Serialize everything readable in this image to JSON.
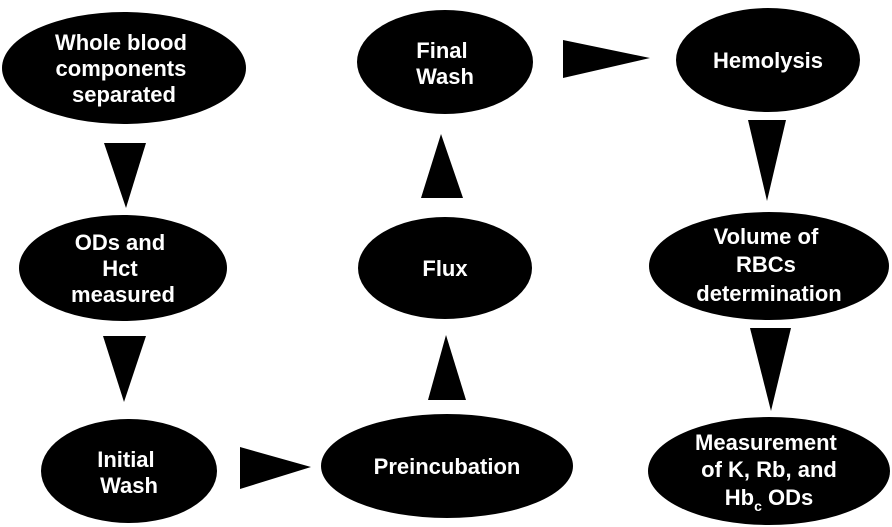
{
  "diagram": {
    "type": "flowchart",
    "colors": {
      "node_fill": "#000000",
      "node_text": "#ffffff",
      "arrow": "#000000",
      "background": "#ffffff"
    },
    "nodes": [
      {
        "id": "whole-blood",
        "lines": [
          "Whole blood",
          "components",
          "separated"
        ]
      },
      {
        "id": "ods-hct",
        "lines": [
          "ODs and",
          "Hct",
          "measured"
        ]
      },
      {
        "id": "initial-wash",
        "lines": [
          "Initial",
          "Wash"
        ]
      },
      {
        "id": "preincubation",
        "lines": [
          "Preincubation"
        ]
      },
      {
        "id": "flux",
        "lines": [
          "Flux"
        ]
      },
      {
        "id": "final-wash",
        "lines": [
          "Final",
          "Wash"
        ]
      },
      {
        "id": "hemolysis",
        "lines": [
          "Hemolysis"
        ]
      },
      {
        "id": "volume-rbcs",
        "lines": [
          "Volume of",
          "RBCs",
          "determination"
        ]
      },
      {
        "id": "measurement",
        "lines": [
          "Measurement",
          "of K, Rb, and",
          "Hb",
          "c",
          " ODs"
        ]
      }
    ],
    "edges": [
      {
        "from": "whole-blood",
        "to": "ods-hct",
        "direction": "down"
      },
      {
        "from": "ods-hct",
        "to": "initial-wash",
        "direction": "down"
      },
      {
        "from": "initial-wash",
        "to": "preincubation",
        "direction": "right"
      },
      {
        "from": "preincubation",
        "to": "flux",
        "direction": "up"
      },
      {
        "from": "flux",
        "to": "final-wash",
        "direction": "up"
      },
      {
        "from": "final-wash",
        "to": "hemolysis",
        "direction": "right"
      },
      {
        "from": "hemolysis",
        "to": "volume-rbcs",
        "direction": "down"
      },
      {
        "from": "volume-rbcs",
        "to": "measurement",
        "direction": "down"
      }
    ]
  }
}
